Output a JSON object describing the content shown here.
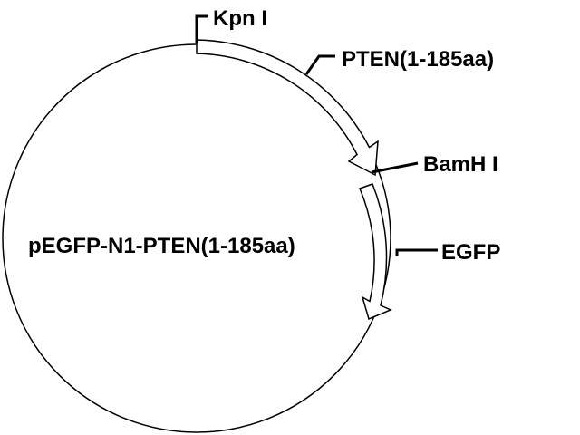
{
  "plasmid": {
    "name": "pEGFP-N1-PTEN(1-185aa)"
  },
  "sites": [
    {
      "label": "Kpn I"
    },
    {
      "label": "BamH I"
    }
  ],
  "features": [
    {
      "label": "PTEN(1-185aa)"
    },
    {
      "label": "EGFP"
    }
  ],
  "colors": {
    "line": "#000000",
    "background": "#ffffff",
    "arrow_fill": "#ffffff"
  }
}
